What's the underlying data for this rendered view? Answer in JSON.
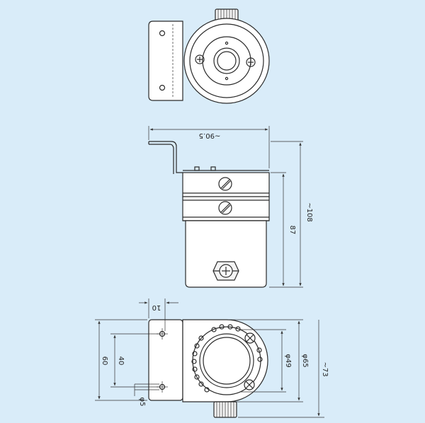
{
  "dimensions": {
    "width_overall": "~90.5",
    "height_overall": "~108",
    "height_body": "87",
    "flange_thickness": "10",
    "hole_spacing": "60",
    "hole_spacing_inner": "40",
    "hole_diameter": "φ5",
    "diameter_inner": "φ49",
    "diameter_outer": "φ65",
    "depth_overall": "~73"
  },
  "colors": {
    "background": "#d9ecf9",
    "line": "#2a2a2a",
    "part_fill": "#ffffff"
  }
}
